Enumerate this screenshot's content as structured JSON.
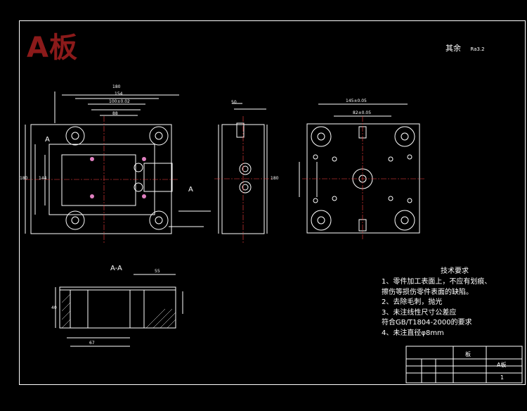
{
  "title": "A板",
  "roughness": {
    "label": "其余",
    "value": "Ra3.2"
  },
  "section_label": "A-A",
  "section_marks": [
    "A",
    "A"
  ],
  "tech_requirements": {
    "title": "技术要求",
    "items": [
      "1、零件加工表面上，不应有划痕、",
      "   擦伤等损伤零件表面的缺陷。",
      "2、去除毛刺，抛光",
      "3、未注线性尺寸公差应",
      "   符合GB/T1804-2000的要求",
      "4、未注直径φ8mm"
    ]
  },
  "title_block": {
    "name": "A板",
    "sheet": "1",
    "part": "板"
  },
  "dims": {
    "front_w": "180",
    "front_w2": "154",
    "front_w3": "100±0.02",
    "front_w4": "88",
    "front_h": "180",
    "front_h2": "144",
    "side_w": "50",
    "side_h": "180",
    "top_w": "145±0.05",
    "top_w2": "82±0.05",
    "sec_w": "67",
    "sec_h": "40",
    "depth": "55"
  }
}
